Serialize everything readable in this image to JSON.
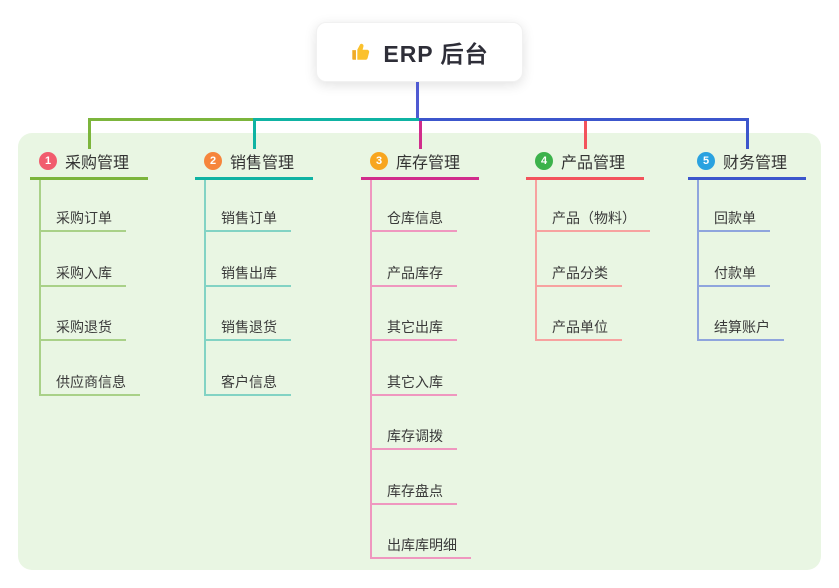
{
  "root": {
    "label": "ERP 后台",
    "icon": "thumbs-up-icon"
  },
  "colors": {
    "panel_bg": "#e9f6e3",
    "root_connector": "#4f5ad2",
    "label_text": "#333333",
    "child_text": "#3a3a3a"
  },
  "branches": [
    {
      "badge": "1",
      "badge_color": "#f15c6d",
      "label": "采购管理",
      "line_color": "#7cb53c",
      "child_line_color": "#a9d188",
      "children": [
        "采购订单",
        "采购入库",
        "采购退货",
        "供应商信息"
      ]
    },
    {
      "badge": "2",
      "badge_color": "#f6853c",
      "label": "销售管理",
      "line_color": "#0fb3a3",
      "child_line_color": "#82d3c4",
      "children": [
        "销售订单",
        "销售出库",
        "销售退货",
        "客户信息"
      ]
    },
    {
      "badge": "3",
      "badge_color": "#f8a61f",
      "label": "库存管理",
      "line_color": "#d12d8c",
      "child_line_color": "#ef97bf",
      "children": [
        "仓库信息",
        "产品库存",
        "其它出库",
        "其它入库",
        "库存调拨",
        "库存盘点",
        "出库库明细"
      ]
    },
    {
      "badge": "4",
      "badge_color": "#3cb24b",
      "label": "产品管理",
      "line_color": "#f3535c",
      "child_line_color": "#f7a2a0",
      "children": [
        "产品（物料）",
        "产品分类",
        "产品单位"
      ]
    },
    {
      "badge": "5",
      "badge_color": "#2aa2e0",
      "label": "财务管理",
      "line_color": "#3c56cc",
      "child_line_color": "#8fa5dd",
      "children": [
        "回款单",
        "付款单",
        "结算账户"
      ]
    }
  ]
}
